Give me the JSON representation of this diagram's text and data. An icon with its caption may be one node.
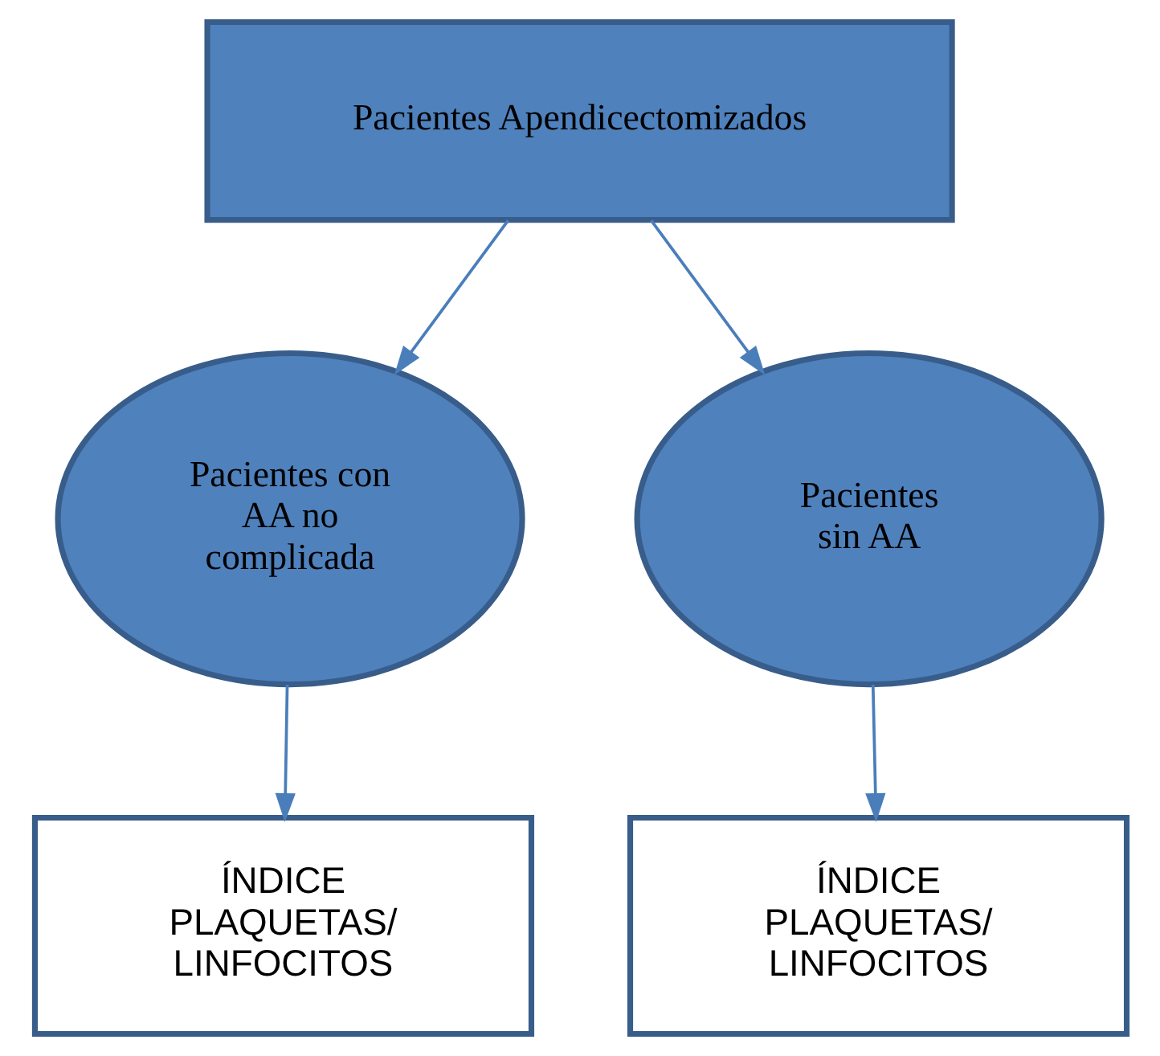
{
  "diagram": {
    "nodes": [
      {
        "text": [
          "Pacientes Apendicectomizados"
        ]
      },
      {
        "text": [
          "Pacientes con AA no complicada"
        ]
      },
      {
        "text": [
          "Pacientes sin AA"
        ]
      },
      {
        "text": [
          "ÍNDICE PLAQUETAS/ LINFOCITOS"
        ]
      },
      {
        "text": [
          "ÍNDICE PLAQUETAS/ LINFOCITOS"
        ]
      }
    ],
    "edges": [
      {
        "from": 0,
        "to": 1,
        "arrow": "to"
      },
      {
        "from": 0,
        "to": 2,
        "arrow": "to"
      },
      {
        "from": 1,
        "to": 3,
        "arrow": "to"
      },
      {
        "from": 2,
        "to": 4,
        "arrow": "to"
      }
    ]
  }
}
